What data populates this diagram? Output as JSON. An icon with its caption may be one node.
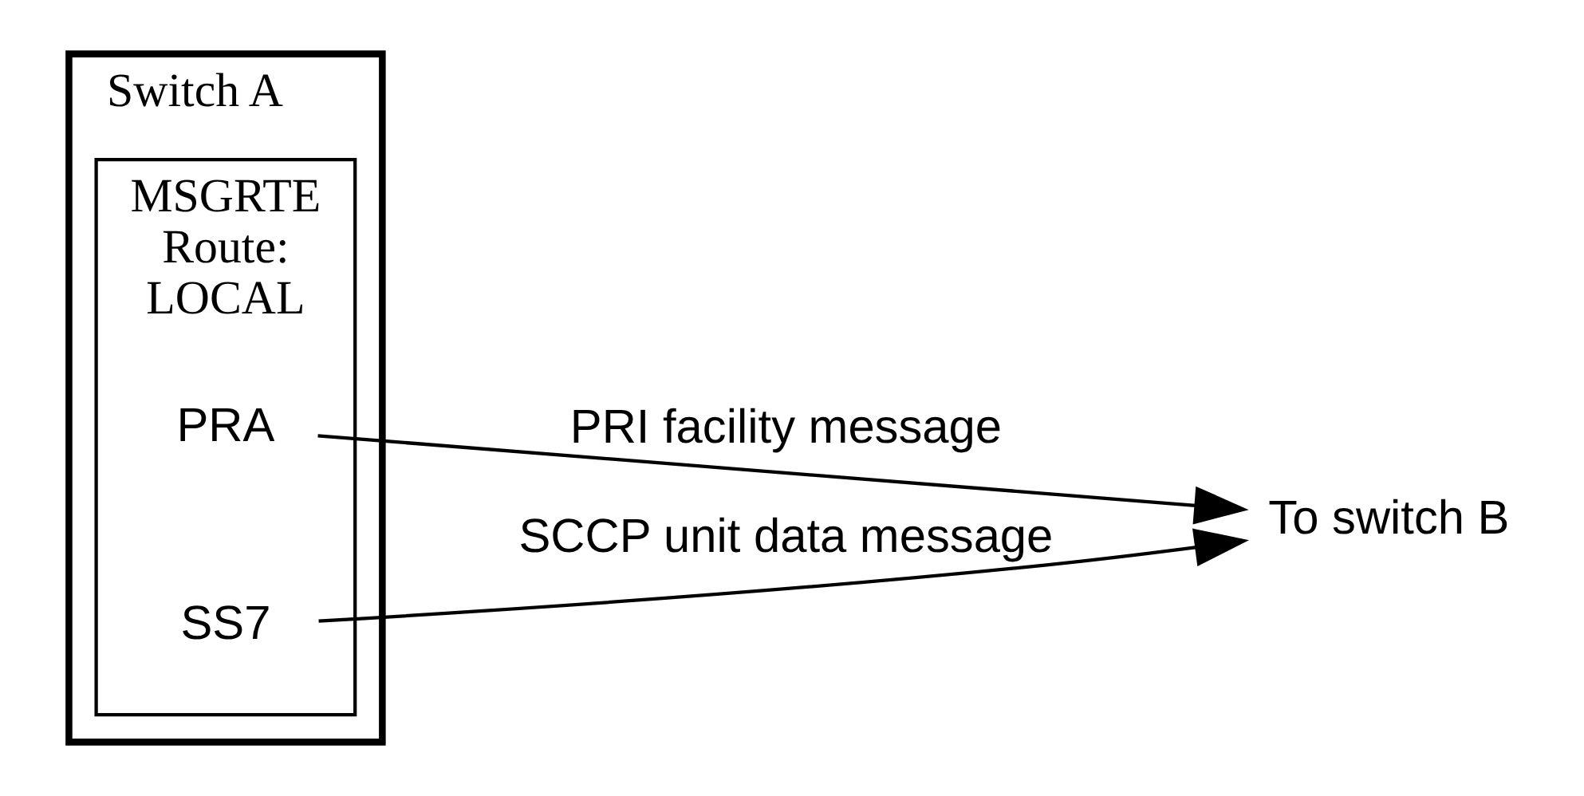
{
  "diagram": {
    "nodes": [
      {
        "text": [
          "Switch A"
        ]
      },
      {
        "text": [
          "MSGRTE",
          "Route:",
          "LOCAL"
        ],
        "in": 0
      },
      {
        "text": [
          "PRA"
        ],
        "in": 1
      },
      {
        "text": [
          "SS7"
        ],
        "in": 1
      },
      {
        "text": [
          "To switch B"
        ]
      }
    ],
    "edges": [
      {
        "from": 2,
        "to": 4,
        "arrow": "to",
        "label": "PRI facility message"
      },
      {
        "from": 3,
        "to": 4,
        "arrow": "to",
        "label": "SCCP unit data message"
      }
    ]
  }
}
